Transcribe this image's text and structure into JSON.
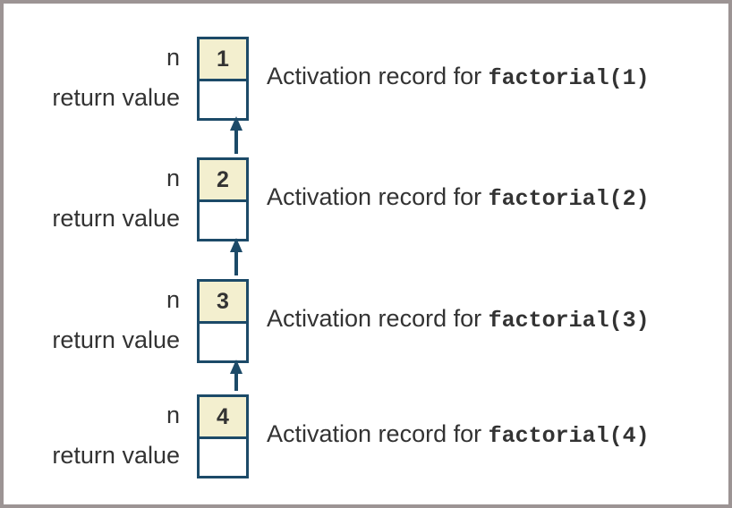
{
  "field_labels": {
    "n": "n",
    "return_value": "return value"
  },
  "caption_prefix": "Activation record for ",
  "records": [
    {
      "n": "1",
      "call": "factorial(1)"
    },
    {
      "n": "2",
      "call": "factorial(2)"
    },
    {
      "n": "3",
      "call": "factorial(3)"
    },
    {
      "n": "4",
      "call": "factorial(4)"
    }
  ],
  "colors": {
    "box_border": "#1c4a68",
    "n_cell_fill": "#f3efcf",
    "arrow": "#1c4a68",
    "text": "#333333",
    "frame": "#9c9494"
  }
}
